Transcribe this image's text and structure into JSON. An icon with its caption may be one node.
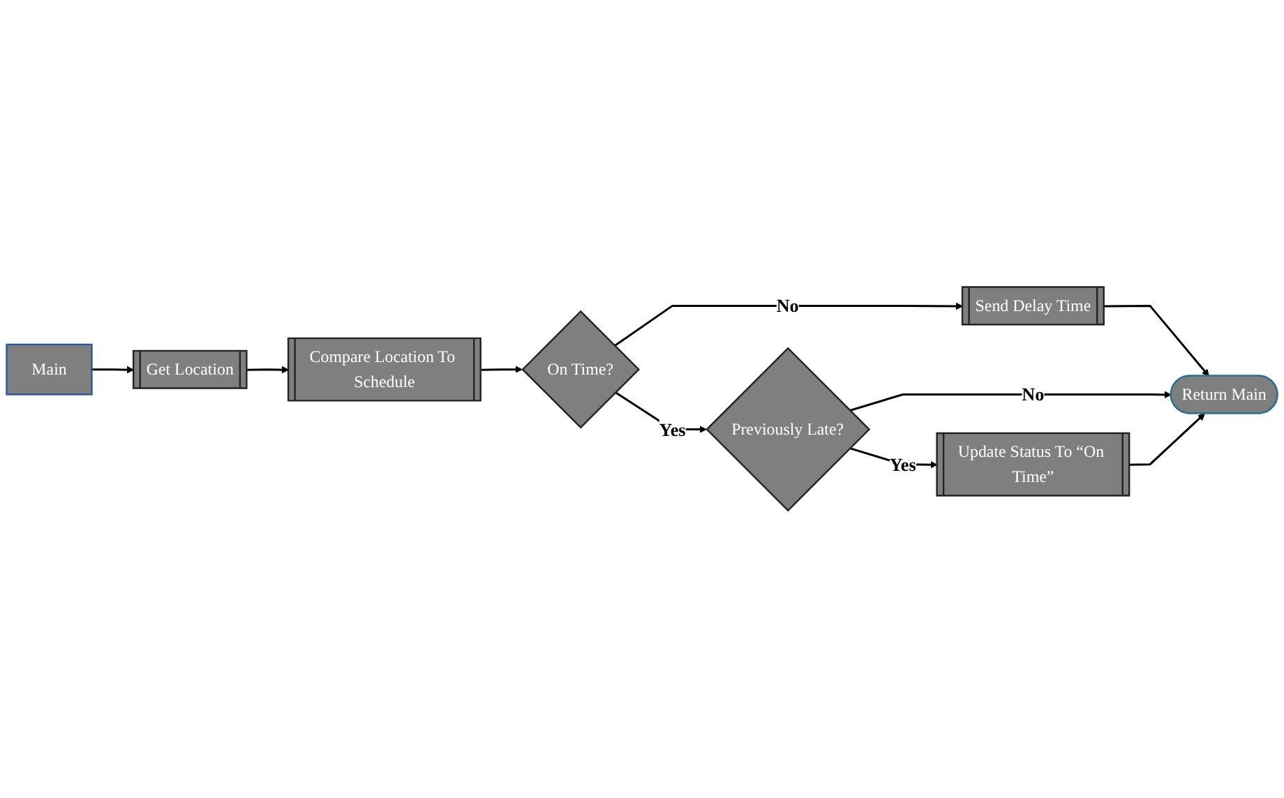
{
  "diagram": {
    "nodes": [
      {
        "text": [
          "Main"
        ]
      },
      {
        "text": [
          "Get Location"
        ]
      },
      {
        "text": [
          "Compare Location To Schedule"
        ]
      },
      {
        "text": [
          "On Time?"
        ]
      },
      {
        "text": [
          "Send Delay Time"
        ]
      },
      {
        "text": [
          "Previously Late?"
        ]
      },
      {
        "text": [
          "Return Main"
        ]
      },
      {
        "text": [
          "Update Status To “On Time”"
        ]
      }
    ],
    "edges": [
      {
        "from": 0,
        "to": 1,
        "arrow": "to"
      },
      {
        "from": 1,
        "to": 2,
        "arrow": "to"
      },
      {
        "from": 2,
        "to": 3,
        "arrow": "to"
      },
      {
        "from": 3,
        "to": 4,
        "arrow": "to",
        "label": "No"
      },
      {
        "from": 3,
        "to": 5,
        "arrow": "to",
        "label": "Yes"
      },
      {
        "from": 4,
        "to": 6,
        "arrow": "to"
      },
      {
        "from": 5,
        "to": 6,
        "arrow": "to",
        "label": "No"
      },
      {
        "from": 5,
        "to": 7,
        "arrow": "to",
        "label": "Yes"
      },
      {
        "from": 7,
        "to": 6,
        "arrow": "to"
      }
    ]
  }
}
